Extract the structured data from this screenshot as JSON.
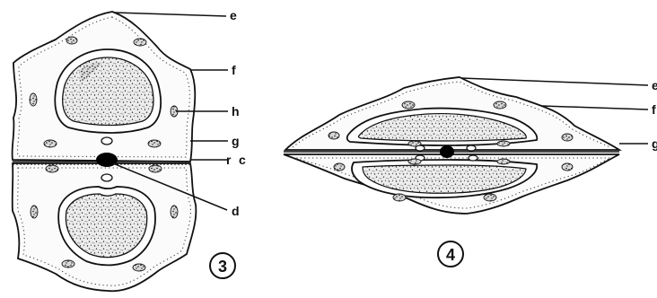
{
  "labels": {
    "fig3": {
      "e": "e",
      "f": "f",
      "h": "h",
      "g": "g",
      "r": "r",
      "c": "c",
      "d": "d"
    },
    "fig4": {
      "e": "e",
      "f": "f",
      "g": "g"
    }
  },
  "figure_numbers": {
    "fig3": "3",
    "fig4": "4"
  },
  "colors": {
    "ink": "#111111",
    "fill": "#fbfbfb",
    "lumen": "#e9e9e9"
  }
}
